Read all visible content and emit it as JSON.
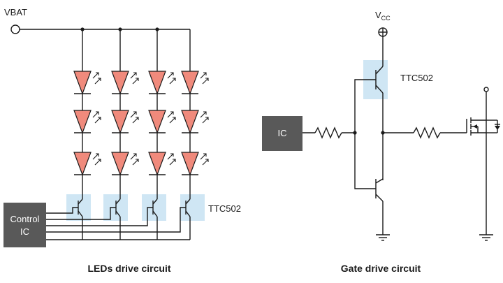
{
  "leds_circuit": {
    "supply_label": "VBAT",
    "control_ic_line1": "Control",
    "control_ic_line2": "IC",
    "transistor_label": "TTC502",
    "caption": "LEDs drive circuit",
    "columns": 4,
    "leds_per_column": 3
  },
  "gate_circuit": {
    "supply_label": "V",
    "supply_subscript": "CC",
    "transistor_label": "TTC502",
    "ic_label": "IC",
    "caption": "Gate drive circuit"
  },
  "colors": {
    "led_fill": "#f08a7c",
    "highlight": "#cfe6f4",
    "ic_box": "#595959"
  }
}
